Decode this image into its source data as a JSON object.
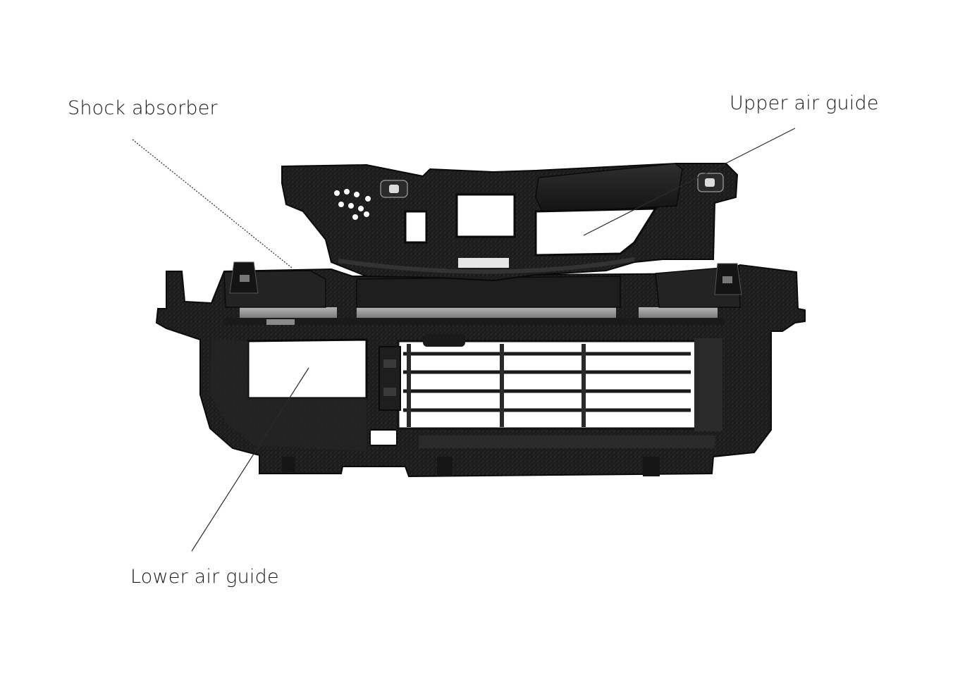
{
  "labels": {
    "shock_absorber": "Shock absorber",
    "upper_air_guide": "Upper air guide",
    "lower_air_guide": "Lower air guide"
  },
  "colors": {
    "foam": "#1c1c1c",
    "foam_dark": "#0e0e0e",
    "foam_highlight": "#3a3a3a",
    "bar_grey": "#9a9a9a",
    "leader": "#2a2a2a",
    "background": "#ffffff"
  }
}
